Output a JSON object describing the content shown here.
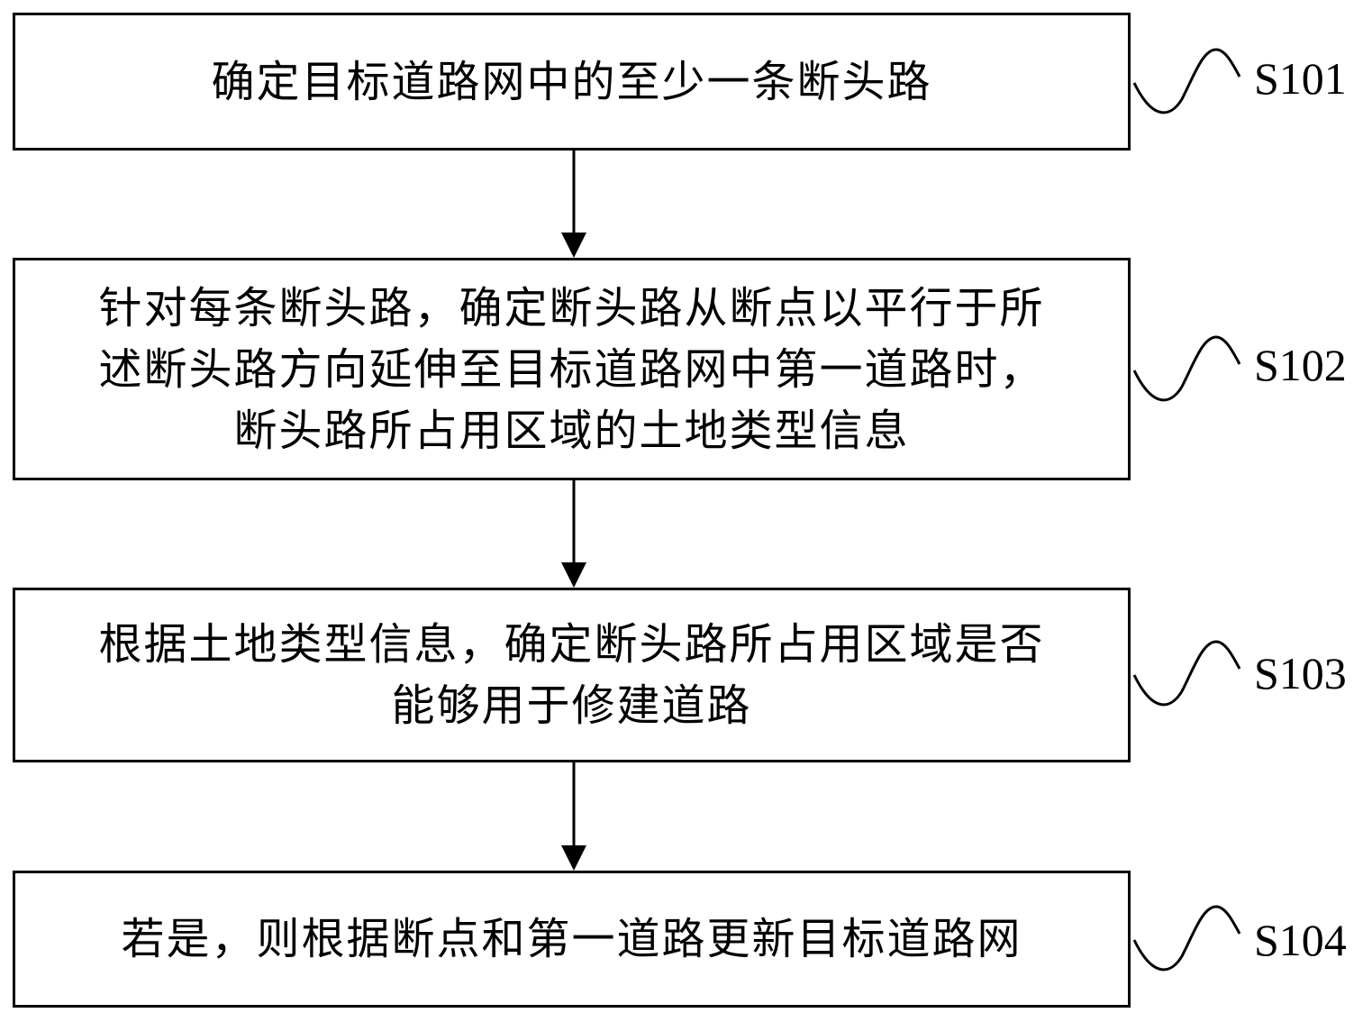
{
  "diagram": {
    "type": "flowchart",
    "direction": "top-to-bottom",
    "colors": {
      "stroke": "#000000",
      "background": "#ffffff",
      "text": "#000000"
    },
    "steps": [
      {
        "id": "S101",
        "label": "S101",
        "text": "确定目标道路网中的至少一条断头路"
      },
      {
        "id": "S102",
        "label": "S102",
        "text": "针对每条断头路，确定断头路从断点以平行于所\n述断头路方向延伸至目标道路网中第一道路时，\n断头路所占用区域的土地类型信息"
      },
      {
        "id": "S103",
        "label": "S103",
        "text": "根据土地类型信息，确定断头路所占用区域是否\n能够用于修建道路"
      },
      {
        "id": "S104",
        "label": "S104",
        "text": "若是，则根据断点和第一道路更新目标道路网"
      }
    ],
    "edges": [
      {
        "from": "S101",
        "to": "S102"
      },
      {
        "from": "S102",
        "to": "S103"
      },
      {
        "from": "S103",
        "to": "S104"
      }
    ]
  }
}
